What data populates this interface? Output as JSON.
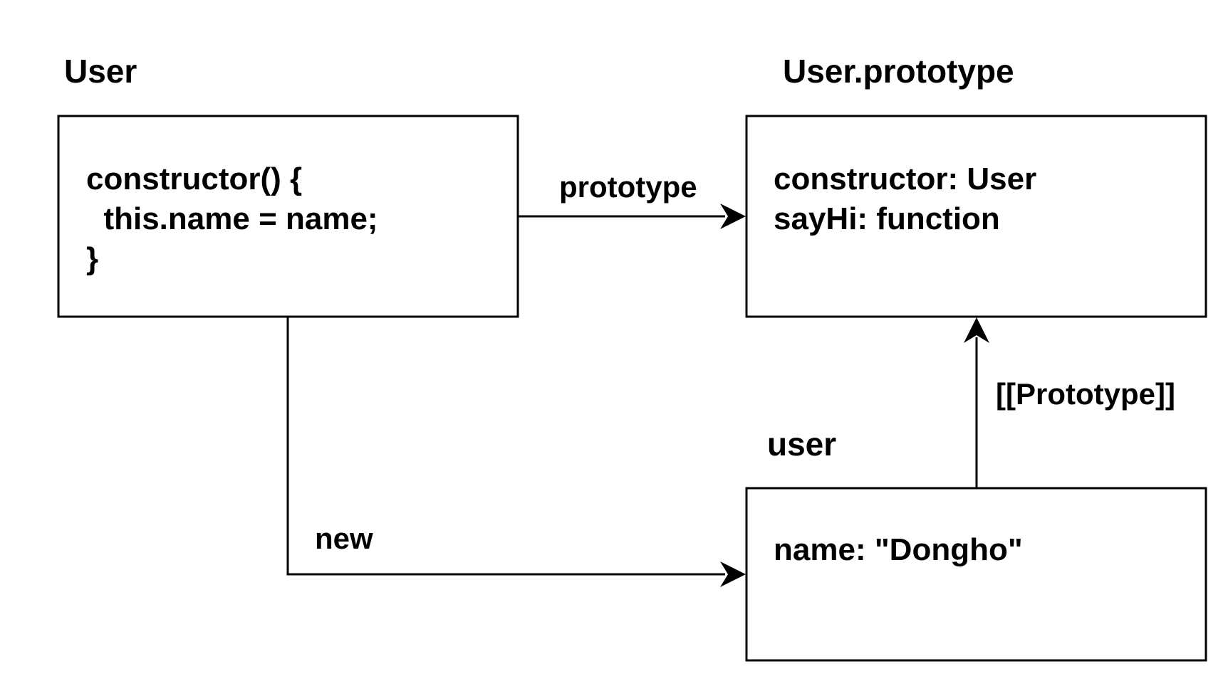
{
  "nodes": {
    "user_class": {
      "title": "User",
      "lines": [
        "constructor() {",
        "  this.name = name;",
        "}"
      ]
    },
    "user_prototype": {
      "title": "User.prototype",
      "lines": [
        "constructor: User",
        "sayHi: function"
      ]
    },
    "user_instance": {
      "title": "user",
      "lines": [
        "name: \"Dongho\""
      ]
    }
  },
  "edges": {
    "prototype": {
      "label": "prototype",
      "from": "User",
      "to": "User.prototype"
    },
    "new": {
      "label": "new",
      "from": "User",
      "to": "user"
    },
    "proto_link": {
      "label": "[[Prototype]]",
      "from": "user",
      "to": "User.prototype"
    }
  }
}
